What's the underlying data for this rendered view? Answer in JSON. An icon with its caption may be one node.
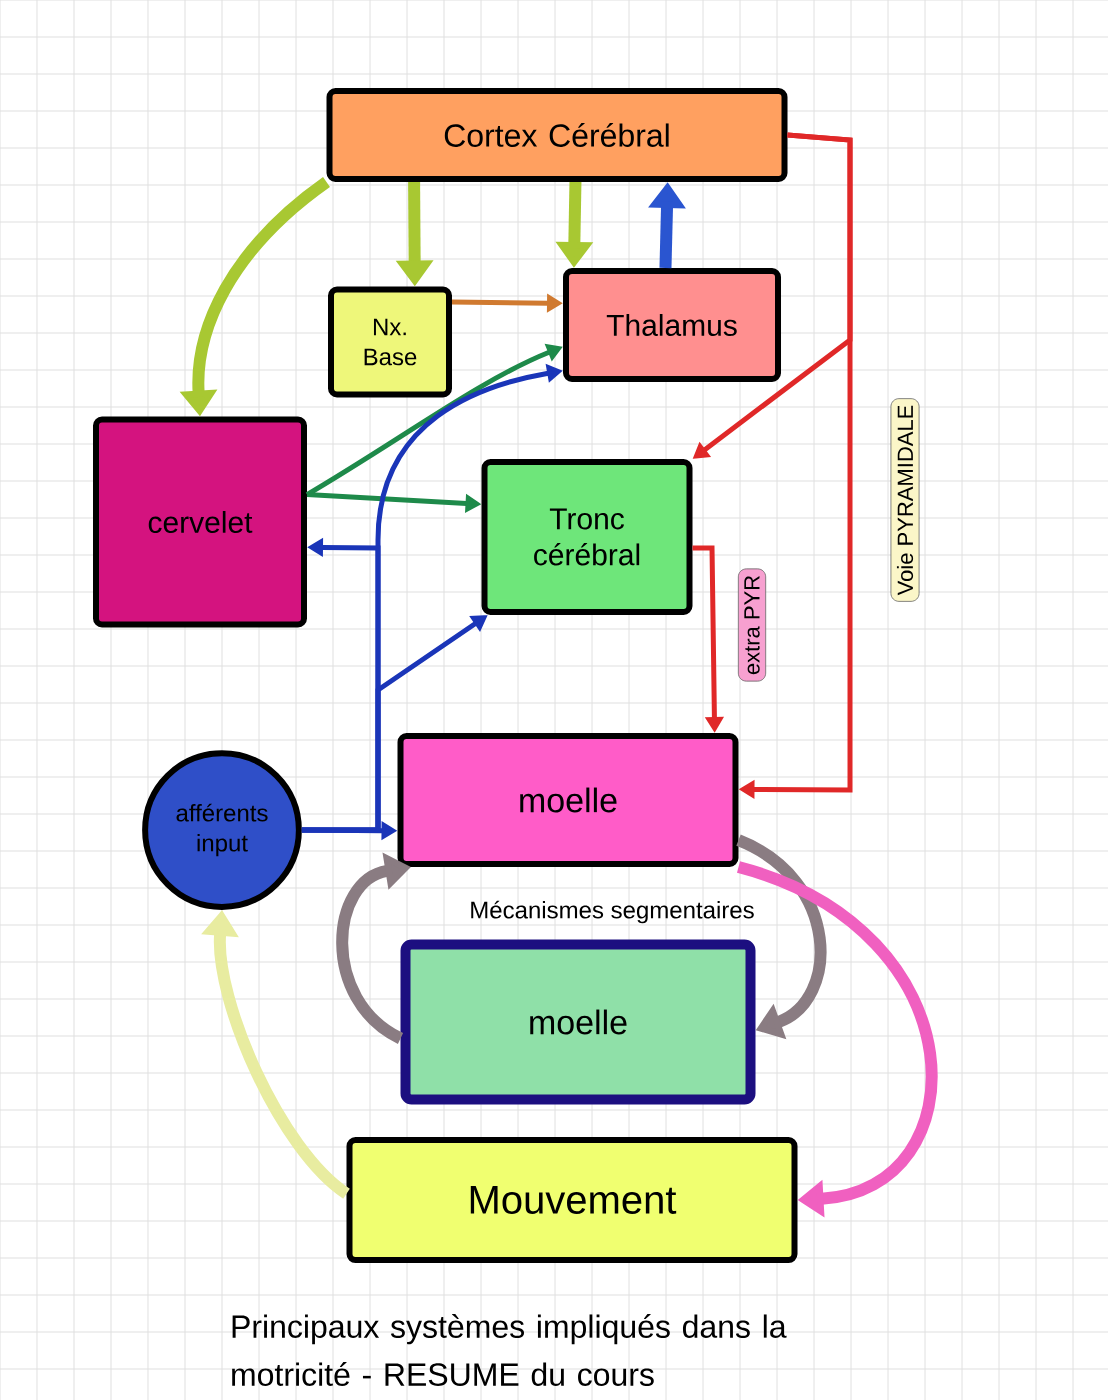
{
  "diagram": {
    "caption": "Principaux systèmes impliqués dans la motricité - RESUME du cours",
    "nodes": [
      {
        "text": [
          "Cortex Cérébral"
        ]
      },
      {
        "text": [
          "Nx. Base"
        ]
      },
      {
        "text": [
          "Thalamus"
        ]
      },
      {
        "text": [
          "cervelet"
        ]
      },
      {
        "text": [
          "Tronc cérébral"
        ]
      },
      {
        "text": [
          "moelle"
        ]
      },
      {
        "text": [
          "afférents input"
        ]
      },
      {
        "text": [
          "moelle"
        ]
      },
      {
        "text": [
          "Mouvement"
        ]
      }
    ],
    "edges": [
      {
        "from": 0,
        "to": 3,
        "arrow": "to",
        "style": "thick",
        "color": "#a8c832"
      },
      {
        "from": 0,
        "to": 1,
        "arrow": "to",
        "style": "thick",
        "color": "#a8c832"
      },
      {
        "from": 0,
        "to": 2,
        "arrow": "to",
        "style": "thick",
        "color": "#a8c832"
      },
      {
        "from": 2,
        "to": 0,
        "arrow": "to",
        "style": "thick",
        "color": "#2a55d0"
      },
      {
        "from": 1,
        "to": 2,
        "arrow": "to",
        "color": "#d07a30"
      },
      {
        "from": 3,
        "to": 2,
        "arrow": "to",
        "color": "#1e8a4a"
      },
      {
        "from": 3,
        "to": 4,
        "arrow": "to",
        "color": "#1e8a4a"
      },
      {
        "from": 6,
        "to": 5,
        "arrow": "to",
        "color": "#1a35b8"
      },
      {
        "from": 6,
        "to": 2,
        "arrow": "to",
        "color": "#1a35b8"
      },
      {
        "from": 6,
        "to": 3,
        "arrow": "to",
        "color": "#1a35b8"
      },
      {
        "from": 6,
        "to": 4,
        "arrow": "to",
        "color": "#1a35b8"
      },
      {
        "from": 0,
        "to": 4,
        "arrow": "to",
        "color": "#e02828"
      },
      {
        "from": 0,
        "to": 5,
        "arrow": "to",
        "color": "#e02828",
        "label": "Voie PYRAMIDALE"
      },
      {
        "from": 4,
        "to": 5,
        "arrow": "to",
        "color": "#e02828",
        "label": "extra PYR"
      },
      {
        "from": 5,
        "to": 7,
        "arrow": "to",
        "style": "thick",
        "color": "#8a7c82"
      },
      {
        "from": 7,
        "to": 5,
        "arrow": "to",
        "style": "thick",
        "color": "#8a7c82"
      },
      {
        "from": 5,
        "to": 8,
        "arrow": "to",
        "style": "thick",
        "color": "#f060c0"
      },
      {
        "from": 8,
        "to": 6,
        "arrow": "to",
        "style": "thick",
        "color": "#e8eca0"
      }
    ],
    "labels": [
      "Mécanismes segmentaires"
    ]
  }
}
